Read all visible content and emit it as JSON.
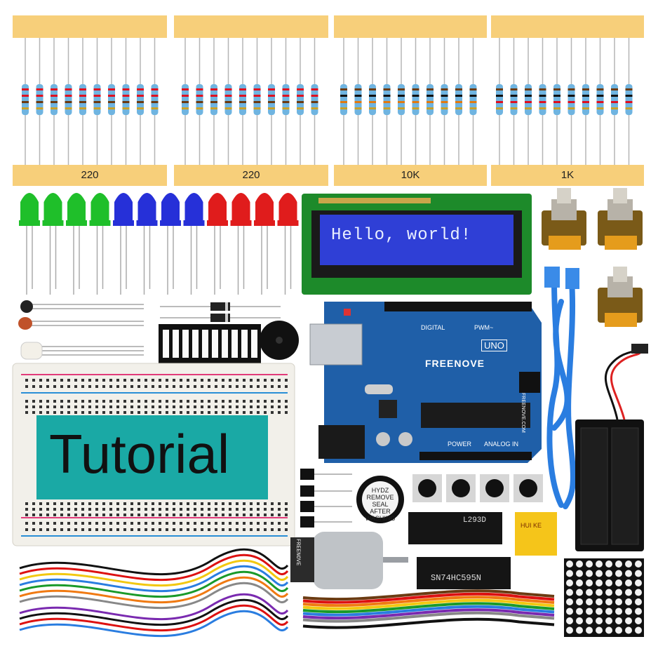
{
  "product": {
    "resistor_values": [
      "220",
      "220",
      "10K",
      "1K"
    ],
    "lcd_message": "Hello, world!",
    "tutorial_label": "Tutorial",
    "board": {
      "brand": "FREENOVE",
      "model": "UNO",
      "digital_label": "DIGITAL",
      "pwm_label": "PWM~",
      "power_label": "POWER",
      "analog_label": "ANALOG IN",
      "website": "FREENOVE.COM"
    },
    "buzzer_sticker": "HYDZ REMOVE SEAL AFTER WASHING",
    "chip_1": "L293D",
    "chip_2": "SN74HC595N",
    "relay_label": "HUI KE",
    "motor_label": "FREENOVE"
  },
  "colors": {
    "tape": "#f7cf7a",
    "board_blue": "#1f5fa8",
    "lcd_blue": "#2f3fd6",
    "led_green": "#1fbf2a",
    "led_blue": "#2630d8",
    "led_red": "#e01c1c",
    "breadboard_teal": "#1aa9a5"
  }
}
